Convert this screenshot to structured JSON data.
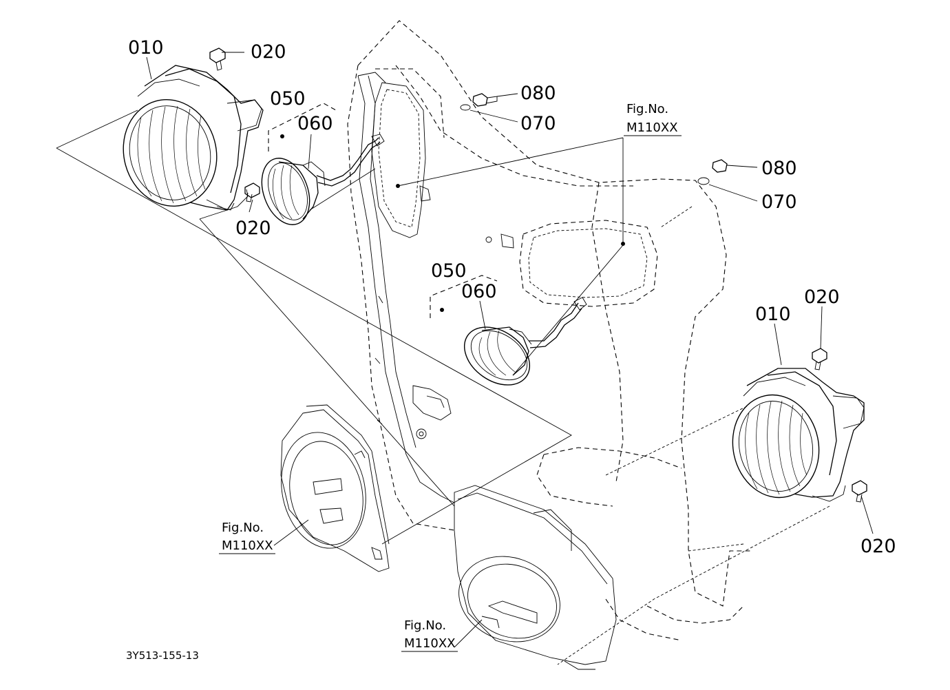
{
  "labels": {
    "hl_left_010": "010",
    "hl_left_top_020": "020",
    "hl_left_bottom_020": "020",
    "left_050": "050",
    "left_060": "060",
    "top_080": "080",
    "top_070": "070",
    "mid_080": "080",
    "mid_070": "070",
    "center_050": "050",
    "center_060": "060",
    "hl_right_010": "010",
    "hl_right_top_020": "020",
    "hl_right_bottom_020": "020"
  },
  "figure_refs": {
    "top_right": {
      "line1": "Fig.No.",
      "line2": "M110XX"
    },
    "bottom_left": {
      "line1": "Fig.No.",
      "line2": "M110XX"
    },
    "bottom_center": {
      "line1": "Fig.No.",
      "line2": "M110XX"
    }
  },
  "drawing_code": "3Y513-155-13"
}
